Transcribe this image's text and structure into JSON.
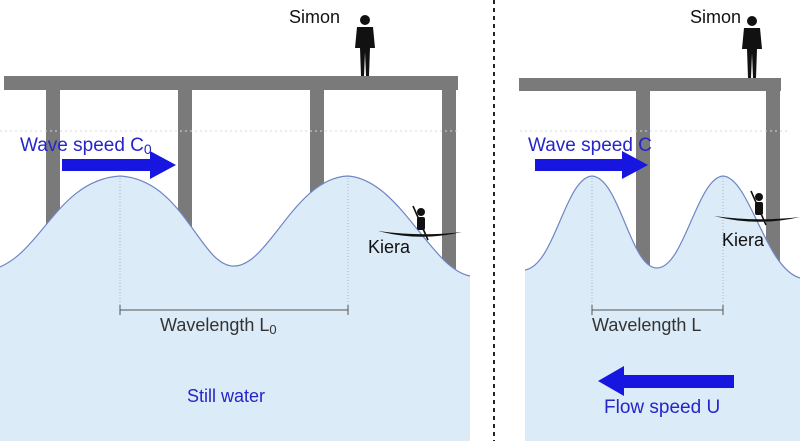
{
  "left_panel": {
    "observer_label": "Simon",
    "kayaker_label": "Kiera",
    "wave_speed_label": "Wave speed C",
    "wave_speed_subscript": "0",
    "wavelength_label": "Wavelength L",
    "wavelength_subscript": "0",
    "water_label": "Still water"
  },
  "right_panel": {
    "observer_label": "Simon",
    "kayaker_label": "Kiera",
    "wave_speed_label": "Wave speed C",
    "wavelength_label": "Wavelength L",
    "flow_label": "Flow speed U"
  },
  "colors": {
    "water_fill": "#dcebf8",
    "wave_line": "#6f86c4",
    "arrow_blue": "#1616e0",
    "label_blue": "#2525c8",
    "pier_gray": "#7a7a7a",
    "text_dark": "#333333"
  }
}
